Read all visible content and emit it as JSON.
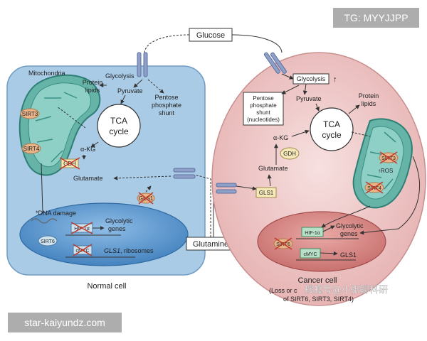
{
  "glucose": "Glucose",
  "glutamine": "Glutamine",
  "watermarks": {
    "top": "TG: MYYJJPP",
    "bottom": "star-kaiyundz.com",
    "overlay_cn": "搜狐号@小张聊科研"
  },
  "normal": {
    "mitochondria": "Mitochondria",
    "sirt3": "SIRT3",
    "sirt4": "SIRT4",
    "protein_lipids_1": "Protein",
    "protein_lipids_2": "lipids",
    "glycolysis": "Glycolysis",
    "pyruvate": "Pyruvate",
    "pentose_1": "Pentose",
    "pentose_2": "phosphate",
    "pentose_3": "shunt",
    "tca_1": "TCA",
    "tca_2": "cycle",
    "akg": "α-KG",
    "gdh": "GDH",
    "glutamate": "Glutamate",
    "gls1": "GLS1",
    "dna_damage": "*DNA damage",
    "hif": "HIF-1α",
    "glycolytic_1": "Glycolytic",
    "glycolytic_2": "genes",
    "sirt6": "SIRT6",
    "cmyc": "cMYC",
    "gls1_ribo_a": "GLS1",
    "gls1_ribo_b": ", ribosomes",
    "label": "Normal cell"
  },
  "cancer": {
    "glycolysis": "Glycolysis",
    "up_arrow": "↑",
    "pyruvate": "Pyruvate",
    "pentose_1": "Pentose",
    "pentose_2": "phosphate",
    "pentose_3": "shunt",
    "pentose_4": "(nucleotides)",
    "protein_lipids_1": "Protein",
    "protein_lipids_2": "lipids",
    "tca_1": "TCA",
    "tca_2": "cycle",
    "akg": "α-KG",
    "gdh": "GDH",
    "glutamate": "Glutamate",
    "gls1": "GLS1",
    "ros": "ROS",
    "sirt3": "SIRT3",
    "sirt4": "SIRT4",
    "hif": "HIF-1α",
    "glycolytic_1": "Glycolytic",
    "glycolytic_2": "genes",
    "sirt6": "SIRT6",
    "cmyc": "cMYC",
    "gls1_gene": "GLS1",
    "label": "Cancer cell",
    "loss_1": "(Loss or c",
    "loss_2": "of SIRT6, SIRT3, SIRT4)"
  },
  "colors": {
    "normal_cell": "#a9cbe6",
    "cancer_cell": "#f0cccc",
    "mito": "#7cc2b8",
    "nucleus_normal": "#5e9ad0",
    "nucleus_cancer": "#d98a88",
    "sirt": "#e8b48a",
    "gene_box_blue": "#cfe3ef",
    "channel": "#8fa0c8",
    "inhibit_red": "#c0392b"
  }
}
